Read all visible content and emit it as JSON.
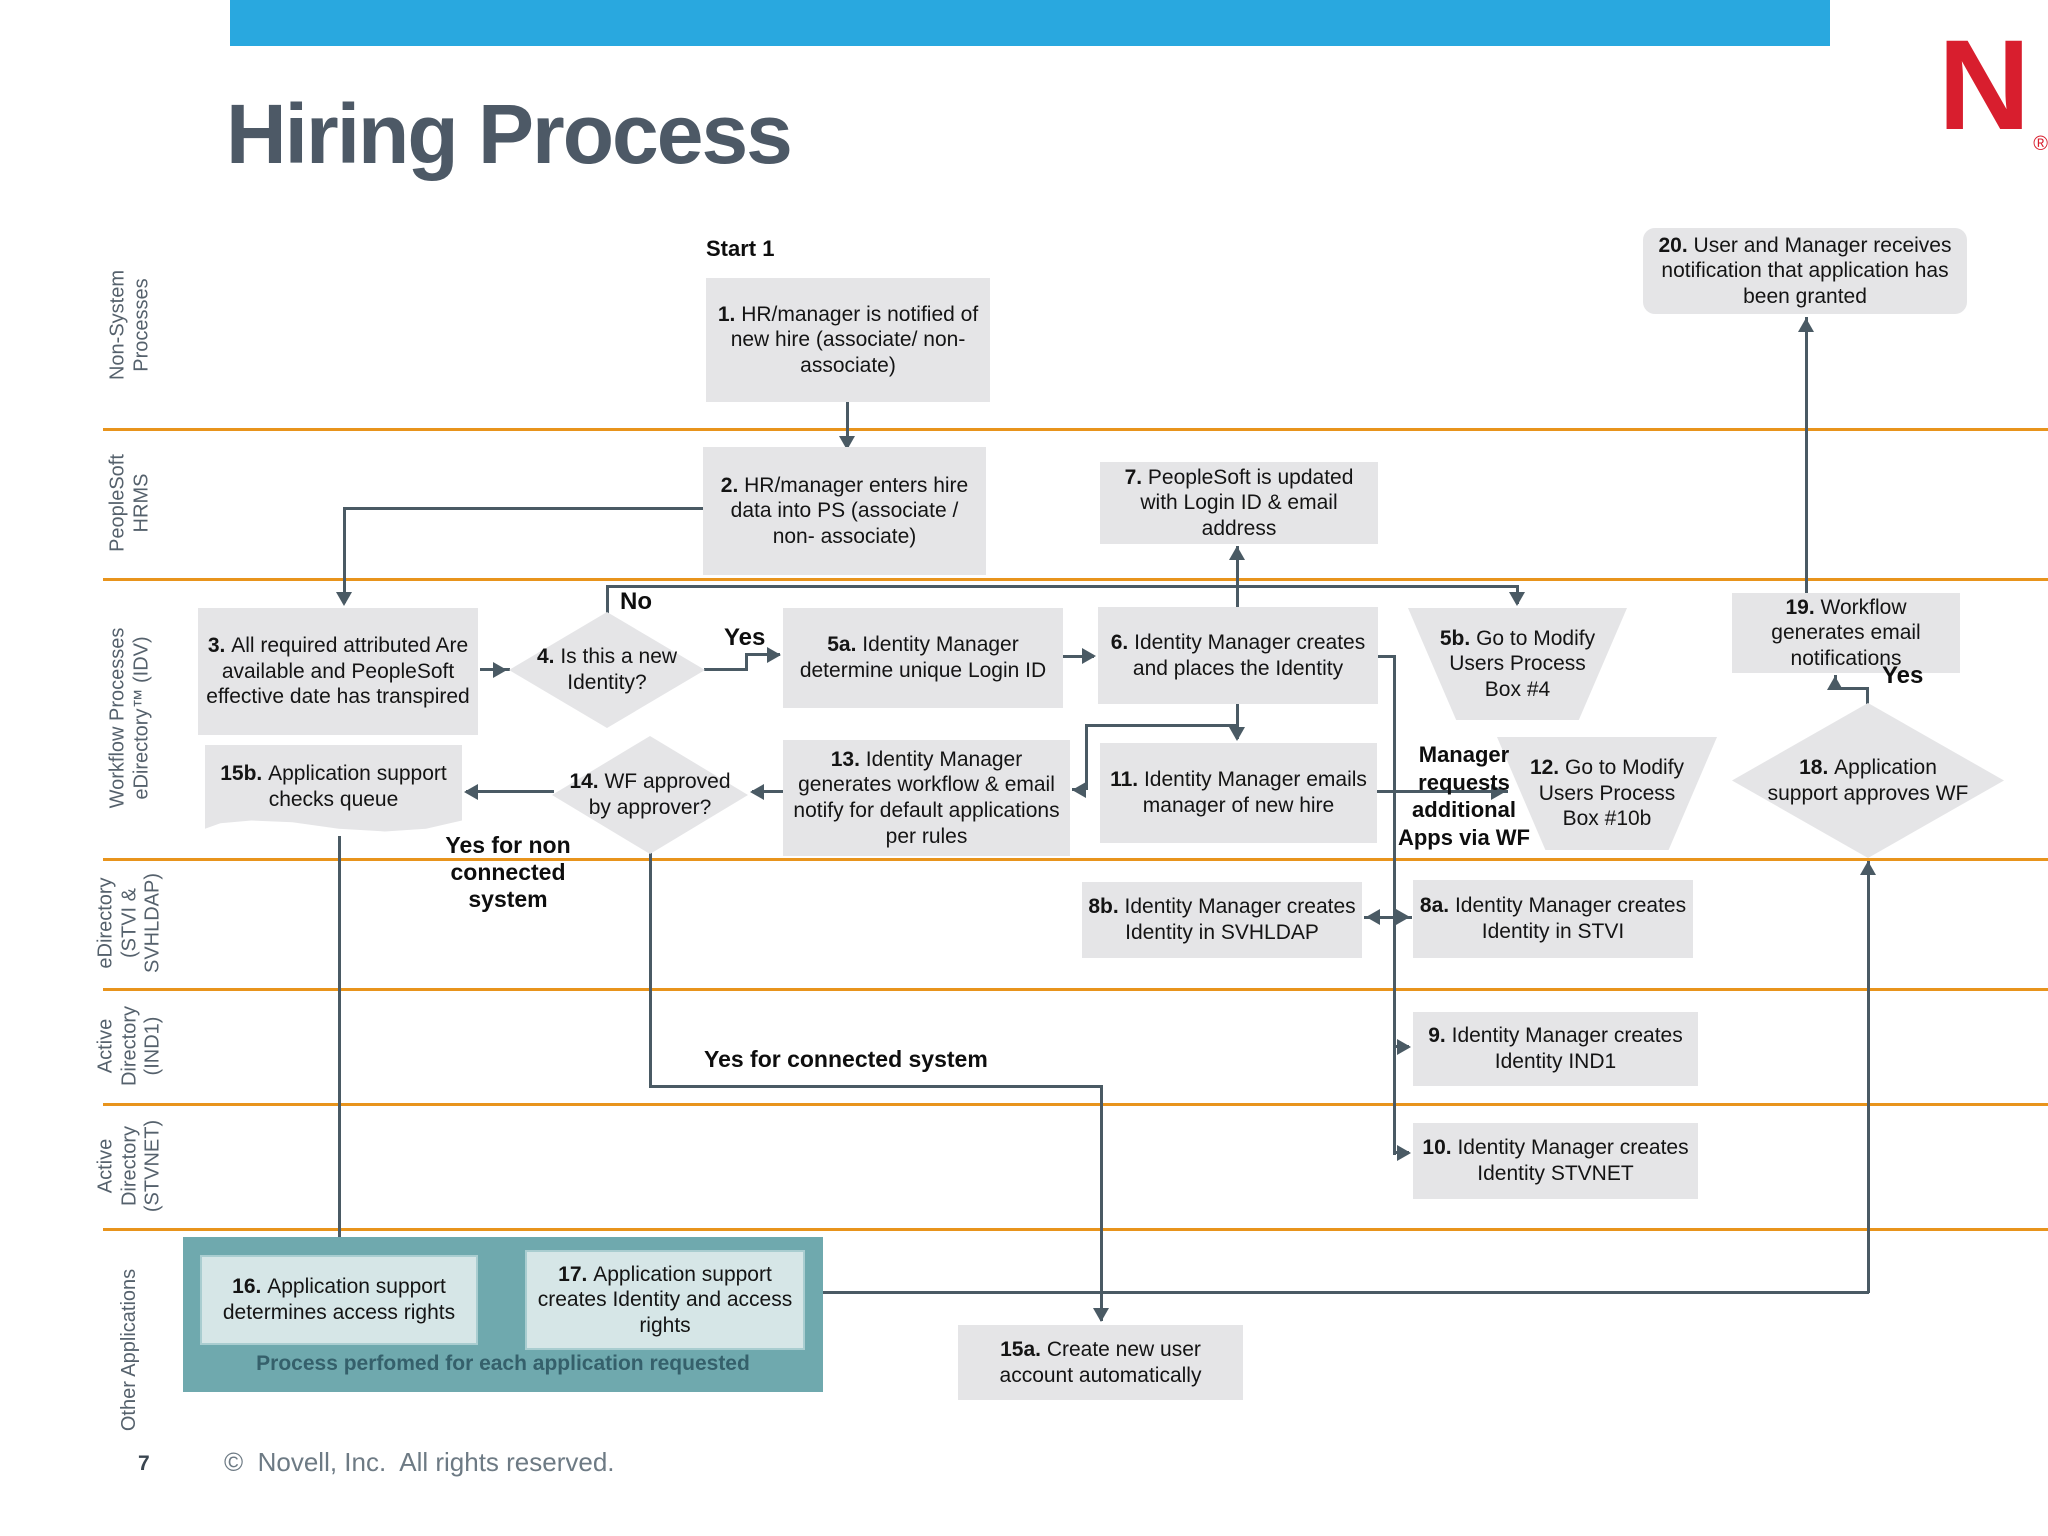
{
  "slide": {
    "title": "Hiring Process",
    "start_label": "Start 1",
    "page_number": "7",
    "copyright": "©  Novell, Inc.  All rights reserved.",
    "logo_letter": "N",
    "logo_reg": "®"
  },
  "colors": {
    "accent_bar": "#29a8df",
    "novell_red": "#d81e2e",
    "title_text": "#4d5966",
    "lane_divider_orange": "#e8941c",
    "node_fill": "#e5e5e7",
    "connector": "#4a5a64",
    "teal_container": "#6fa9ae",
    "teal_inner_fill": "#d6e6e7",
    "caption_text": "#35606b"
  },
  "lanes": [
    {
      "label": "Non-System\nProcesses"
    },
    {
      "label": "PeopleSoft\nHRMS"
    },
    {
      "label": "Workflow Processes\neDirectory™ (IDV)"
    },
    {
      "label": "eDirectory\n(STVI &\nSVHLDAP)"
    },
    {
      "label": "Active\nDirectory\n(IND1)"
    },
    {
      "label": "Active\nDirectory\n(STVNET)"
    },
    {
      "label": "Other Applications"
    }
  ],
  "nodes": {
    "b1": {
      "num": "1.",
      "text": "HR/manager is notified of new hire (associate/ non-associate)"
    },
    "b2": {
      "num": "2.",
      "text": "HR/manager enters hire data into PS (associate / non- associate)"
    },
    "b3": {
      "num": "3.",
      "text": "All required attributed Are available and PeopleSoft effective date has transpired"
    },
    "d4": {
      "num": "4.",
      "text": "Is this a new Identity?"
    },
    "b5a": {
      "num": "5a.",
      "text": "Identity Manager determine unique Login ID"
    },
    "t5b": {
      "num": "5b.",
      "text": "Go to Modify Users Process Box #4"
    },
    "b6": {
      "num": "6.",
      "text": "Identity Manager creates and places the Identity"
    },
    "b7": {
      "num": "7.",
      "text": "PeopleSoft is updated with Login ID & email address"
    },
    "b8a": {
      "num": "8a.",
      "text": "Identity Manager creates Identity in STVI"
    },
    "b8b": {
      "num": "8b.",
      "text": "Identity Manager creates Identity in SVHLDAP"
    },
    "b9": {
      "num": "9.",
      "text": "Identity Manager creates Identity IND1"
    },
    "b10": {
      "num": "10.",
      "text": "Identity Manager creates Identity STVNET"
    },
    "b11": {
      "num": "11.",
      "text": "Identity Manager emails manager of new hire"
    },
    "t12": {
      "num": "12.",
      "text": "Go to Modify Users Process Box #10b"
    },
    "b13": {
      "num": "13.",
      "text": "Identity Manager generates workflow & email notify for default applications per rules"
    },
    "d14": {
      "num": "14.",
      "text": "WF approved by approver?"
    },
    "b15a": {
      "num": "15a.",
      "text": "Create new user account automatically"
    },
    "b15b": {
      "num": "15b.",
      "text": "Application support checks queue"
    },
    "b16": {
      "num": "16.",
      "text": "Application support determines access rights"
    },
    "b17": {
      "num": "17.",
      "text": "Application support creates Identity and access rights"
    },
    "d18": {
      "num": "18.",
      "text": "Application support approves WF"
    },
    "b19": {
      "num": "19.",
      "text": "Workflow generates email notifications"
    },
    "b20": {
      "num": "20.",
      "text": "User and Manager receives notification that application has been granted"
    }
  },
  "labels": {
    "no": "No",
    "yes": "Yes",
    "yes_approve": "Yes",
    "yes_non_connected": "Yes for non\nconnected\nsystem",
    "yes_connected": "Yes for connected system",
    "manager_requests": "Manager\nrequests\nadditional\nApps via WF",
    "process_caption": "Process perfomed for each application requested"
  }
}
